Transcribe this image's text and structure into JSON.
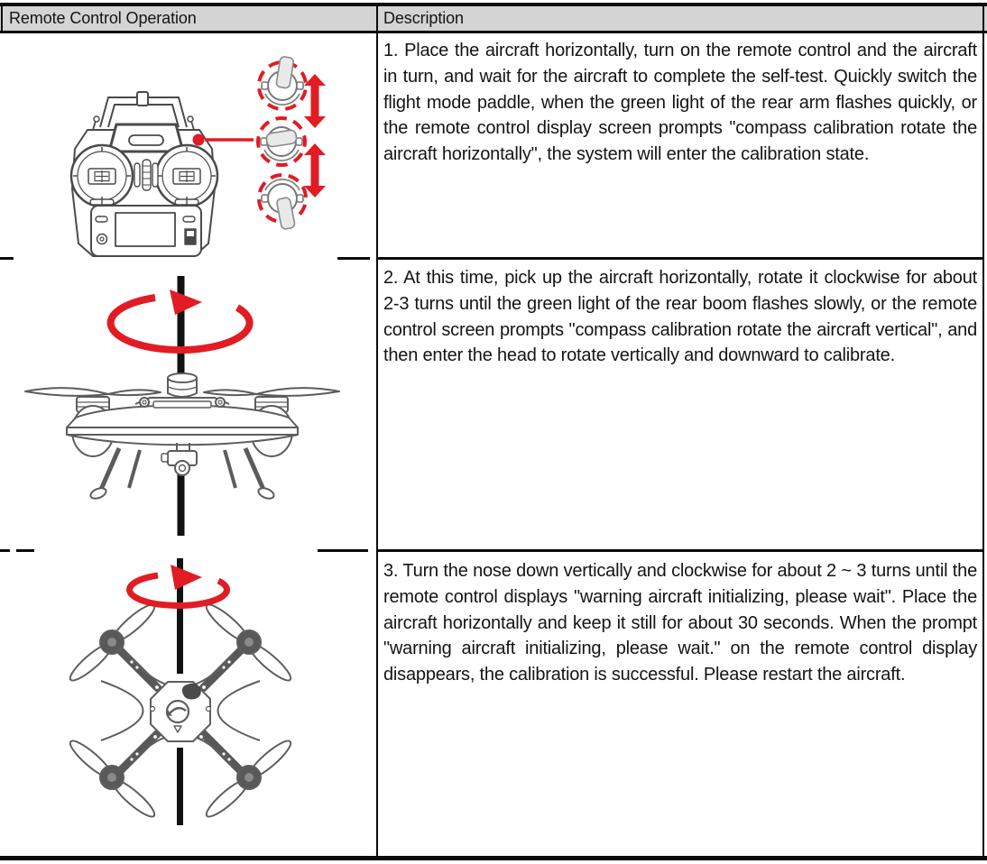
{
  "table": {
    "header": {
      "operation": "Remote Control Operation",
      "description": "Description"
    },
    "rows": [
      {
        "illustration": "remote-control-with-flight-mode-switch",
        "description": "1. Place the aircraft horizontally, turn on the remote control and the aircraft in turn, and wait for the aircraft to complete the self-test. Quickly switch the flight mode paddle, when the green light of the rear arm flashes quickly, or the remote control display screen prompts \"compass calibration rotate the aircraft horizontally\", the system will enter the calibration state."
      },
      {
        "illustration": "drone-front-view-horizontal-rotation",
        "description": "2. At this time, pick up the aircraft horizontally, rotate it clockwise for about 2-3 turns until the green light of the rear boom flashes slowly, or the remote control screen prompts \"compass calibration rotate the aircraft vertical\", and then enter the head to rotate vertically and downward to calibrate."
      },
      {
        "illustration": "drone-top-view-nose-down-rotation",
        "description": "3. Turn the nose down vertically and clockwise for about 2 ~ 3 turns until the remote control displays \"warning aircraft initializing, please wait\". Place the aircraft horizontally and keep it still for about 30 seconds. When the prompt \"warning aircraft initializing, please wait.\" on the remote control display disappears, the calibration is successful. Please restart the aircraft."
      }
    ]
  },
  "colors": {
    "accent_red": "#e11c24",
    "header_bg": "#d4d4d4",
    "line_black": "#0b0b0b",
    "drawing_gray": "#4f4f4f"
  }
}
